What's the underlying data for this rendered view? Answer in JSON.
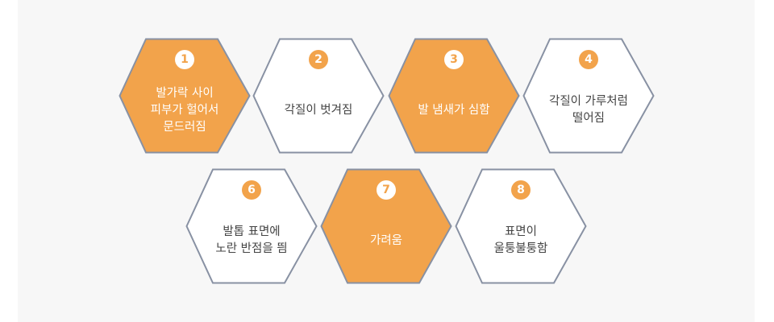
{
  "colors": {
    "accent": "#f2a34b",
    "border": "#8891a3",
    "panel": "#f7f7f7"
  },
  "symptoms": [
    {
      "number": "1",
      "label": "발가락 사이\n피부가 헐어서\n문드러짐",
      "highlighted": true
    },
    {
      "number": "2",
      "label": "각질이 벗겨짐",
      "highlighted": false
    },
    {
      "number": "3",
      "label": "발 냄새가 심함",
      "highlighted": true
    },
    {
      "number": "4",
      "label": "각질이 가루처럼\n떨어짐",
      "highlighted": false
    },
    {
      "number": "6",
      "label": "발톱 표면에\n노란 반점을 띔",
      "highlighted": false
    },
    {
      "number": "7",
      "label": "가려움",
      "highlighted": true
    },
    {
      "number": "8",
      "label": "표면이\n울퉁불퉁함",
      "highlighted": false
    }
  ]
}
